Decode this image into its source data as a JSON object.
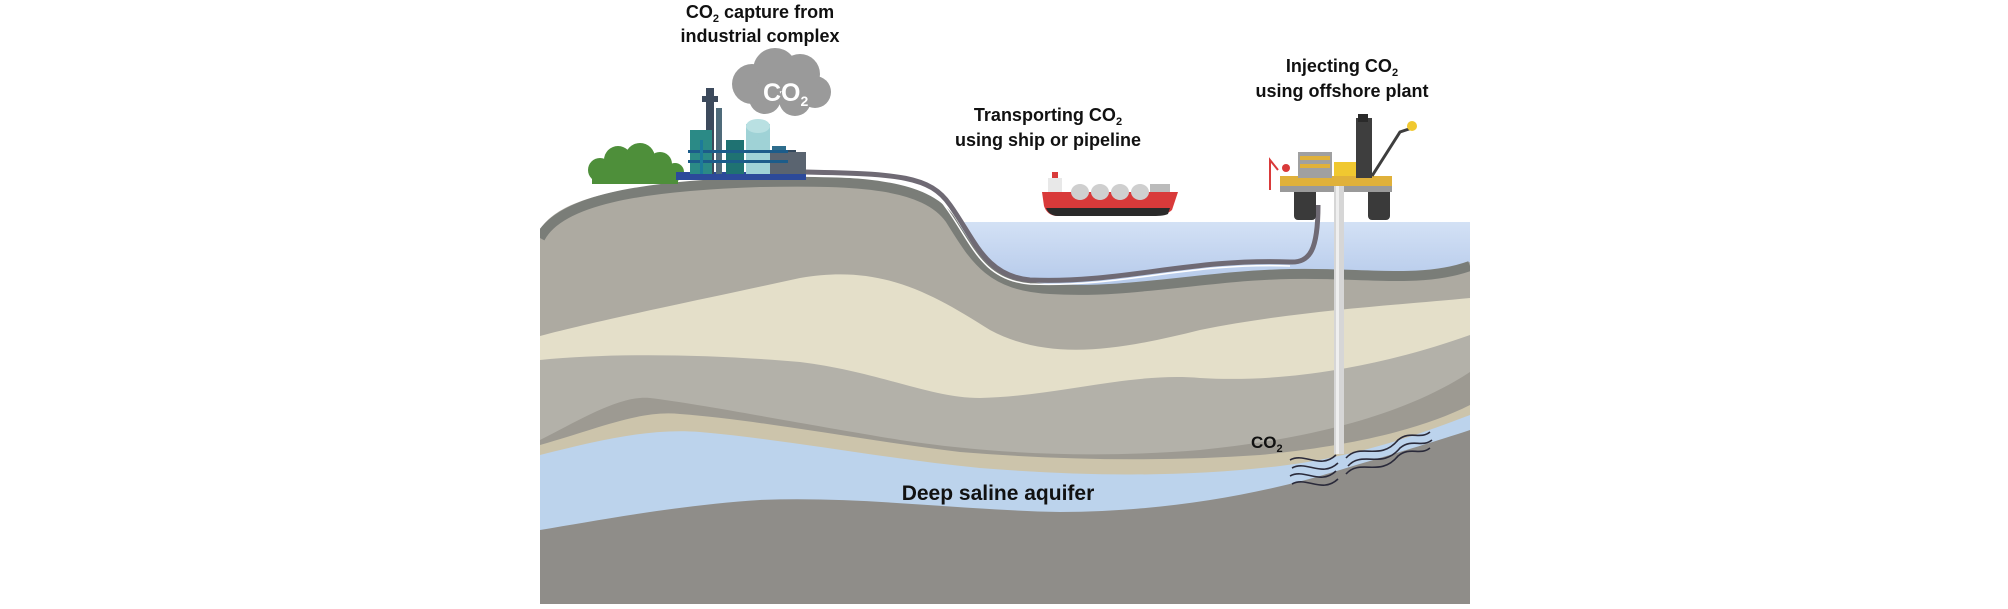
{
  "labels": {
    "capture": {
      "line1_main": "CO",
      "line1_sub": "2",
      "line1_rest": " capture from",
      "line2": "industrial complex"
    },
    "transport": {
      "line1_main": "Transporting CO",
      "line1_sub": "2",
      "line2": "using ship or pipeline"
    },
    "inject": {
      "line1_main": "Injecting CO",
      "line1_sub": "2",
      "line2": "using offshore plant"
    },
    "co2_well": {
      "main": "CO",
      "sub": "2"
    },
    "aquifer": "Deep saline aquifer",
    "cloud": {
      "main": "CO",
      "sub": "2"
    }
  },
  "colors": {
    "sea": "#a8bfe6",
    "aquifer": "#bcd3ec",
    "sand": "#e4dfc9",
    "rock_light": "#b2b0a8",
    "rock_mid": "#a9a69e",
    "rock_dark": "#8e8c88",
    "ship_hull": "#d93a3a",
    "cloud": "#9a9a9a"
  }
}
